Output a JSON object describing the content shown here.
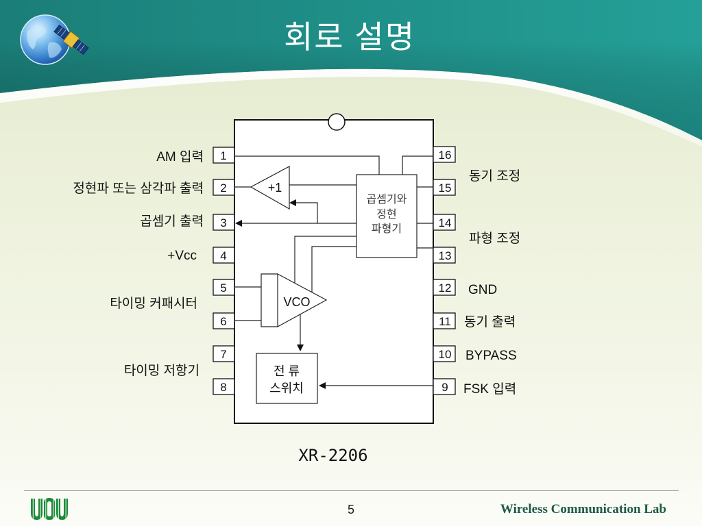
{
  "slide": {
    "title": "회로 설명",
    "page_number": "5",
    "lab_name": "Wireless Communication Lab",
    "logo_text": "UOU"
  },
  "chip": {
    "name": "XR-2206",
    "pins_left": [
      "1",
      "2",
      "3",
      "4",
      "5",
      "6",
      "7",
      "8"
    ],
    "pins_right": [
      "16",
      "15",
      "14",
      "13",
      "12",
      "11",
      "10",
      "9"
    ],
    "labels_left": [
      "AM 입력",
      "정현파 또는 삼각파 출력",
      "곱셈기 출력",
      "+Vcc",
      "타이밍 커패시터",
      "타이밍 저항기"
    ],
    "labels_right": [
      "동기 조정",
      "파형 조정",
      "GND",
      "동기 출력",
      "BYPASS",
      "FSK 입력"
    ],
    "blocks": {
      "buffer": "+1",
      "multiplier": [
        "곱셈기와",
        "정현",
        "파형기"
      ],
      "vco": "VCO",
      "current_switch": [
        "전 류",
        "스위치"
      ]
    }
  },
  "icons": {
    "header_logo": "globe-satellite-icon",
    "footer_logo": "uou-logo"
  },
  "colors": {
    "header_teal": "#1f8f88",
    "swoosh": "#ffffff",
    "background": "#ebf0d9",
    "title_text": "#ffffff",
    "lab_text": "#1e5a46",
    "logo_green": "#1c8a3a",
    "diagram_stroke": "#111111"
  }
}
